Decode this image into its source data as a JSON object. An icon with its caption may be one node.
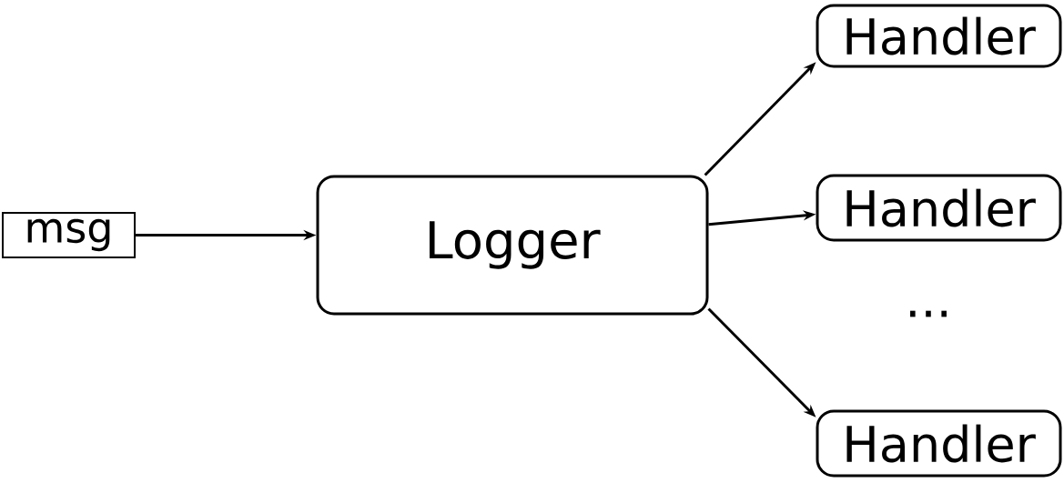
{
  "diagram": {
    "nodes": [
      {
        "text": [
          "msg"
        ]
      },
      {
        "text": [
          "Logger"
        ]
      },
      {
        "text": [
          "Handler"
        ]
      },
      {
        "text": [
          "Handler"
        ]
      },
      {
        "text": [
          "Handler"
        ]
      }
    ],
    "edges": [
      {
        "from": 0,
        "to": 1,
        "arrow": "to"
      },
      {
        "from": 1,
        "to": 2,
        "arrow": "to"
      },
      {
        "from": 1,
        "to": 3,
        "arrow": "to"
      },
      {
        "from": 1,
        "to": 4,
        "arrow": "to"
      }
    ],
    "labels": [
      "..."
    ]
  }
}
